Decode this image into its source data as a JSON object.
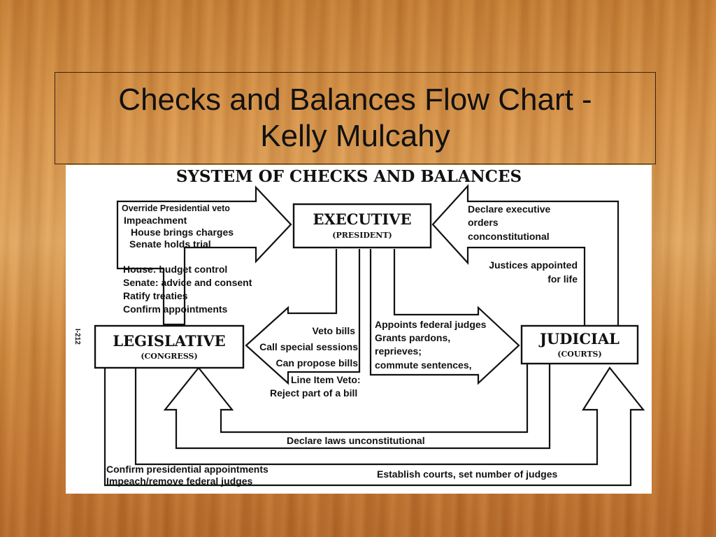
{
  "slide": {
    "title_line1": "Checks and Balances Flow Chart -",
    "title_line2": "Kelly Mulcahy"
  },
  "diagram": {
    "heading": "SYSTEM OF CHECKS AND BALANCES",
    "page_mark": "I-212",
    "nodes": {
      "executive": {
        "name": "EXECUTIVE",
        "sub": "(PRESIDENT)"
      },
      "legislative": {
        "name": "LEGISLATIVE",
        "sub": "(CONGRESS)"
      },
      "judicial": {
        "name": "JUDICIAL",
        "sub": "(COURTS)"
      }
    },
    "leg_to_exec": {
      "l1": "Override Presidential veto",
      "l2": "Impeachment",
      "l3": "House brings charges",
      "l4": "Senate holds trial",
      "l5": "House: budget control",
      "l6": "Senate: advice and consent",
      "l7": "Ratify treaties",
      "l8": "Confirm appointments"
    },
    "jud_to_exec": {
      "l1": "Declare executive",
      "l2": "orders",
      "l3": "conconstitutional",
      "l4": "Justices appointed",
      "l5": "for life"
    },
    "exec_to_leg": {
      "l1": "Veto bills",
      "l2": "Call special sessions",
      "l3": "Can propose bills",
      "l4": "Line Item Veto:",
      "l5": "Reject part of a bill"
    },
    "exec_to_jud": {
      "l1": "Appoints federal judges",
      "l2": "Grants pardons,",
      "l3": "reprieves;",
      "l4": "commute sentences,"
    },
    "jud_to_leg": "Declare laws unconstitutional",
    "leg_to_jud": {
      "l1": "Confirm presidential appointments",
      "l2": "Impeach/remove federal judges",
      "l3": "Establish courts, set number of judges"
    }
  }
}
